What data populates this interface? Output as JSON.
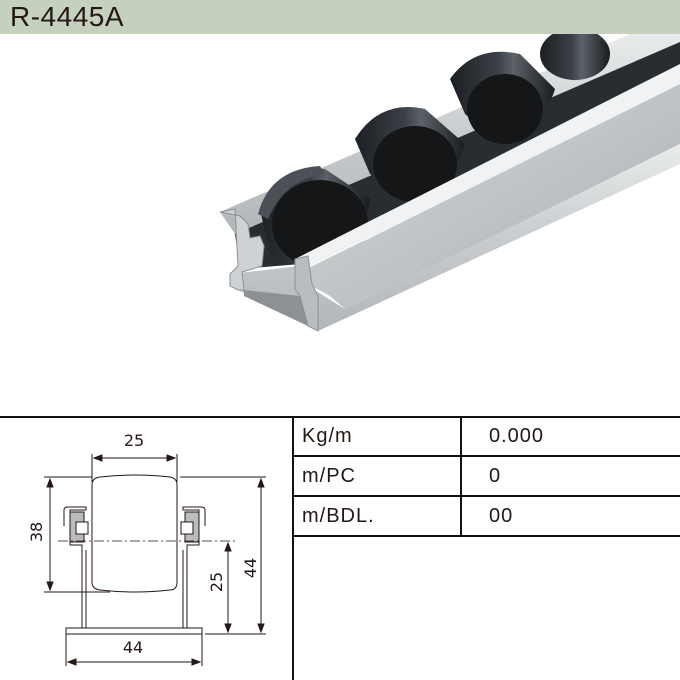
{
  "header": {
    "title": "R-4445A",
    "background": "#c6d0bf"
  },
  "photo": {
    "alt": "aluminium roller track with black plastic rollers"
  },
  "drawing": {
    "dimensions": {
      "roller_width": "25",
      "roller_height": "38",
      "axle_height": "25",
      "total_height": "44",
      "base_width": "44"
    }
  },
  "spec_table": {
    "rows": [
      {
        "label": "Kg/m",
        "value": "0.000"
      },
      {
        "label": "m/PC",
        "value": "0"
      },
      {
        "label": "m/BDL.",
        "value": "00"
      }
    ]
  }
}
